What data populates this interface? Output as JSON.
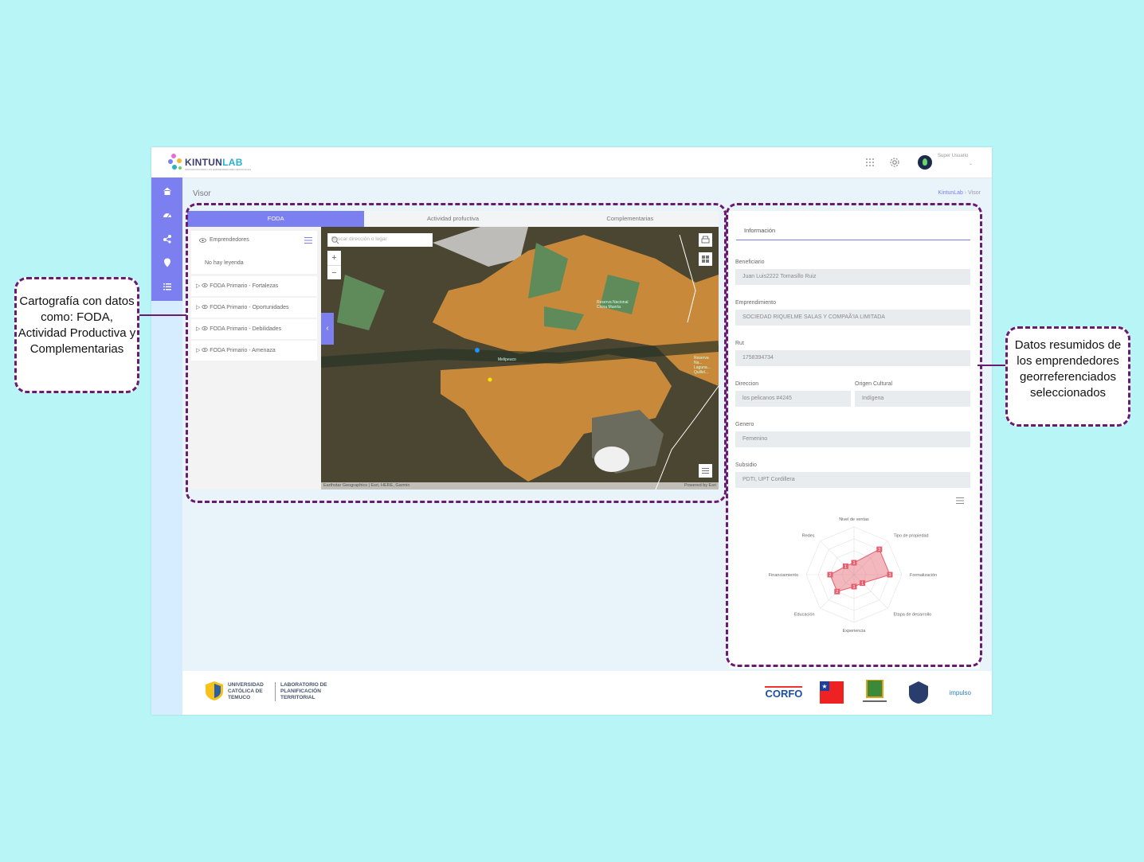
{
  "app": {
    "brand_a": "KINTUN",
    "brand_b": "LAB",
    "tagline": "INNOVACIÓN PARA LOS EMPRENDEDORES REGIONALES",
    "user_name": "Super Usuario",
    "page_title": "Visor",
    "breadcrumb": [
      "KintunLab",
      "Visor"
    ]
  },
  "colors": {
    "accent": "#7b7ff0",
    "annotation": "#6a1a6f",
    "background": "#b8f5f7",
    "radar": "#e5606f"
  },
  "tabs": [
    {
      "label": "FODA",
      "active": true
    },
    {
      "label": "Actividad profuctiva",
      "active": false
    },
    {
      "label": "Complementarias",
      "active": false
    }
  ],
  "layers": {
    "group": "Emprendedores",
    "legend": "No hay leyenda",
    "items": [
      "FODA Primario - Fortalezas",
      "FODA Primario - Oportunidades",
      "FODA Primario - Debilidades",
      "FODA Primario - Amenaza"
    ]
  },
  "map": {
    "search_placeholder": "Buscar dirección o lugar",
    "zoom_in": "+",
    "zoom_out": "−",
    "attribution": "Earthstar Geographics | Esri, HERE, Garmin",
    "powered": "Powered by Esri",
    "labels": [
      "Melipeuco",
      "Reserva Nacional China Muerta",
      "Reserva Na... Laguna... Quillel..."
    ],
    "icons": [
      "print-icon",
      "basemap-gallery-icon",
      "layer-list-icon"
    ]
  },
  "info": {
    "tab": "Información",
    "fields": {
      "beneficiario_label": "Beneficiario",
      "beneficiario": "Juan Luis2222 Tomasillo Ruiz",
      "emprendimiento_label": "Emprendimiento",
      "emprendimiento": "SOCIEDAD RIQUELME SALAS Y COMPAÃ'IA LIMITADA",
      "rut_label": "Rut",
      "rut": "1758394734",
      "direccion_label": "Direccion",
      "direccion": "los pelicanos #4245",
      "origen_label": "Origen Cultural",
      "origen": "Indígena",
      "genero_label": "Genero",
      "genero": "Femenino",
      "subsidio_label": "Subsidio",
      "subsidio": "PDTI, UPT Cordillera"
    }
  },
  "chart_data": {
    "type": "radar",
    "categories": [
      "Nivel de ventas",
      "Tipo de propiedad",
      "Formalización",
      "Etapa de desarrollo",
      "Experiencia",
      "Educación",
      "Financiamiento",
      "Redes"
    ],
    "values": [
      1,
      3,
      3,
      1,
      1,
      2,
      2,
      1
    ],
    "max": 3
  },
  "footer": {
    "university": [
      "UNIVERSIDAD",
      "CATÓLICA DE",
      "TEMUCO"
    ],
    "lab": [
      "LABORATORIO DE",
      "PLANIFICACIÓN",
      "TERRITORIAL"
    ],
    "sponsors": [
      "CORFO",
      "Gobierno de Chile",
      "GOBIERNO REGIONAL DE LA ARAUCANÍA",
      "Escudo",
      "impulso"
    ]
  },
  "annotations": {
    "left": "Cartografía con datos como: FODA, Actividad Productiva y Complementarias",
    "right": "Datos resumidos de los emprendedores georreferenciados seleccionados"
  }
}
